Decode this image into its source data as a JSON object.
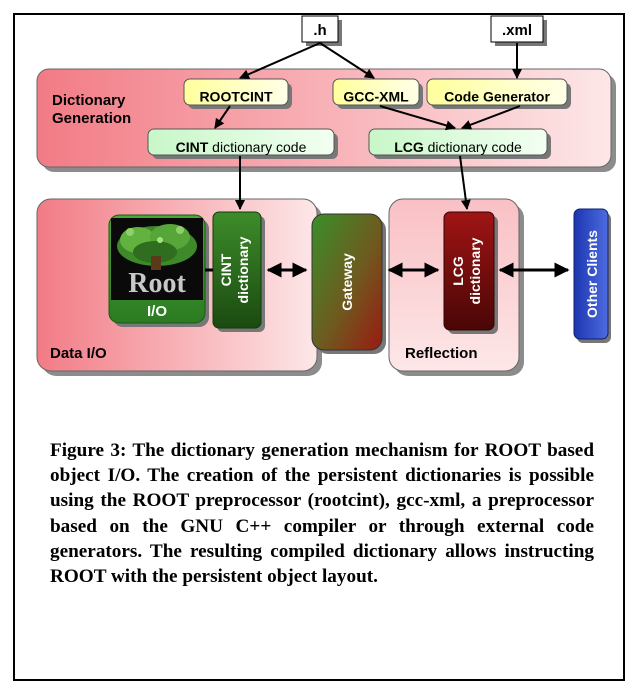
{
  "inputs": {
    "header_file": ".h",
    "xml_file": ".xml"
  },
  "groups": {
    "dictionary_generation": [
      "Dictionary",
      "Generation"
    ],
    "data_io": "Data I/O",
    "reflection": "Reflection"
  },
  "tools": {
    "rootcint": "ROOTCINT",
    "gccxml": "GCC-XML",
    "code_generator": "Code Generator"
  },
  "dictionary_code": {
    "cint_bold": "CINT",
    "cint_rest": " dictionary code",
    "lcg_bold": "LCG",
    "lcg_rest": " dictionary code"
  },
  "components": {
    "root_logo_text": "Root",
    "io": "I/O",
    "cint_dictionary": [
      "CINT",
      "dictionary"
    ],
    "gateway": "Gateway",
    "lcg_dictionary": [
      "LCG",
      "dictionary"
    ],
    "other_clients": "Other Clients"
  },
  "colors": {
    "pink_group": "#f7a0a6",
    "yellow_box": "#ffffc8",
    "green_box": "#dcffdc",
    "dark_green": "#2f7a1e",
    "dark_red": "#8a0f0f",
    "blue_client": "#1f3fbf"
  },
  "caption": "Figure 3: The dictionary generation mechanism for ROOT based object I/O. The creation of the persistent dictionaries is possible using the ROOT preprocessor (rootcint), gcc-xml, a preprocessor based on the GNU C++ compiler or through external code generators. The resulting compiled dictionary allows instructing ROOT with the persistent object layout."
}
